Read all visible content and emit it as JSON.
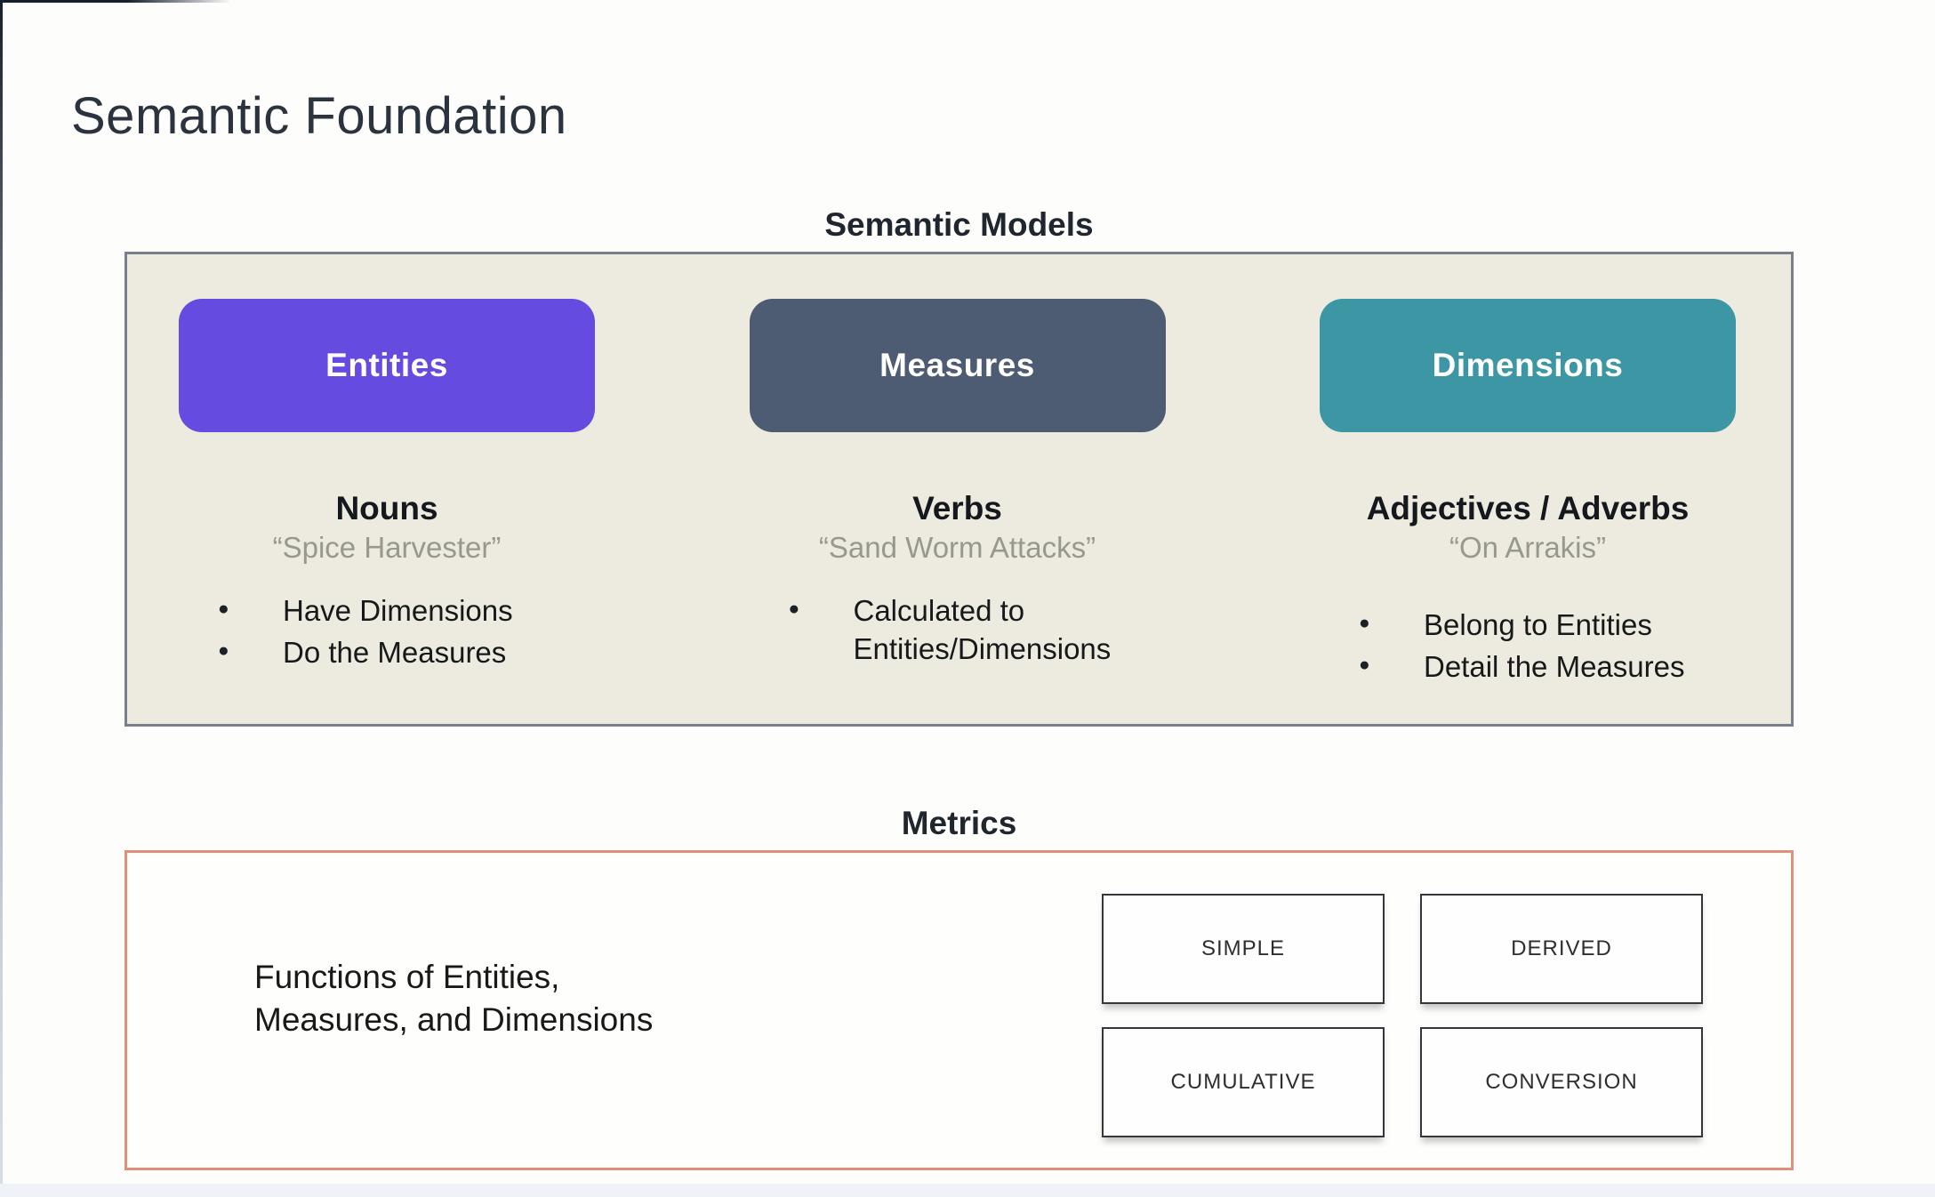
{
  "page": {
    "title": "Semantic Foundation"
  },
  "semantic_models": {
    "label": "Semantic Models",
    "panel_bg": "#edebdf",
    "panel_border": "#78808b",
    "columns": [
      {
        "box_label": "Entities",
        "box_color": "#664be0",
        "heading": "Nouns",
        "quote": "“Spice Harvester”",
        "bullets": [
          "Have Dimensions",
          "Do the Measures"
        ]
      },
      {
        "box_label": "Measures",
        "box_color": "#4d5c72",
        "heading": "Verbs",
        "quote": "“Sand Worm Attacks”",
        "bullets": [
          "Calculated to Entities/Dimensions"
        ]
      },
      {
        "box_label": "Dimensions",
        "box_color": "#3d96a4",
        "heading": "Adjectives / Adverbs",
        "quote": "“On Arrakis”",
        "bullets": [
          "Belong to Entities",
          "Detail the Measures"
        ]
      }
    ]
  },
  "metrics": {
    "label": "Metrics",
    "panel_border": "#dd9178",
    "description": "Functions of Entities, Measures, and Dimensions",
    "types": [
      "SIMPLE",
      "DERIVED",
      "CUMULATIVE",
      "CONVERSION"
    ]
  },
  "colors": {
    "title_text": "#2b333e",
    "quote_text": "#98988f",
    "background": "#fdfdfc"
  }
}
